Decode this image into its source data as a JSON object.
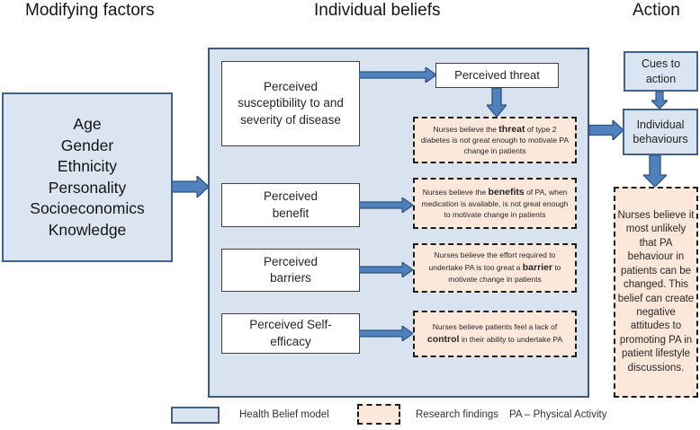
{
  "headers": {
    "modifying_factors": "Modifying factors",
    "individual_beliefs": "Individual beliefs",
    "action": "Action"
  },
  "modifying_factors": {
    "items": [
      "Age",
      "Gender",
      "Ethnicity",
      "Personality",
      "Socioeconomics",
      "Knowledge"
    ]
  },
  "beliefs": {
    "susceptibility_label": "Perceived susceptibility to and severity of disease",
    "threat_label": "Perceived threat",
    "benefit_label": "Perceived benefit",
    "barriers_label": "Perceived barriers",
    "self_efficacy_label": "Perceived Self-efficacy",
    "findings": [
      {
        "pre": "Nurses believe the ",
        "bold": "threat",
        "post": " of type 2 diabetes is not great enough to motivate PA change in patients"
      },
      {
        "pre": "Nurses believe the ",
        "bold": "benefits",
        "post": " of PA, when medication is available, is not great enough to motivate change in patients"
      },
      {
        "pre": "Nurses believe the effort required to undertake PA is too great a ",
        "bold": "barrier",
        "post": " to motivate change in patients"
      },
      {
        "pre": "Nurses believe patients feel a lack of ",
        "bold": "control",
        "post": " in their ability to undertake PA"
      }
    ]
  },
  "action": {
    "cues_label": "Cues to action",
    "behaviours_label": "Individual behaviours",
    "finding": "Nurses believe it most unlikely that PA behaviour in patients can be changed. This belief can create negative attitudes to promoting PA in patient lifestyle discussions."
  },
  "legend": {
    "hbm_label": "Health Belief model",
    "research_label": "Research findings",
    "pa_label": "PA – Physical Activity"
  },
  "colors": {
    "model_fill": "#dbe5f1",
    "model_border": "#41618e",
    "finding_fill": "#fce8da",
    "arrow_fill": "#4f81bd"
  }
}
